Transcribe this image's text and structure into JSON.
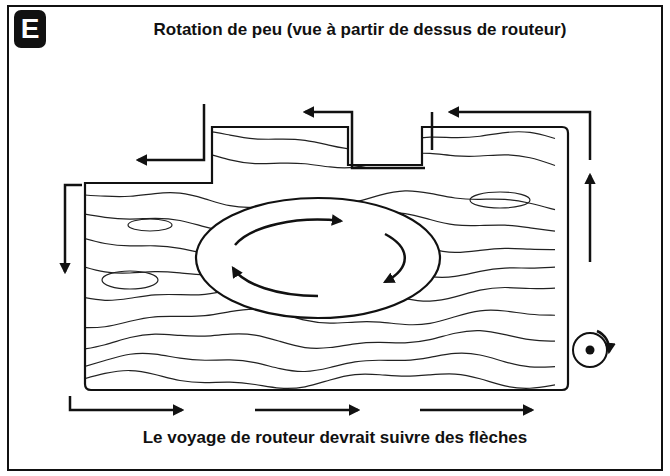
{
  "diagram": {
    "title": "Rotation de peu (vue à partir de dessus de routeur)",
    "caption": "Le voyage de routeur devrait suivre des flèches",
    "nodes": [
      {
        "text": [
          "E"
        ]
      }
    ]
  }
}
